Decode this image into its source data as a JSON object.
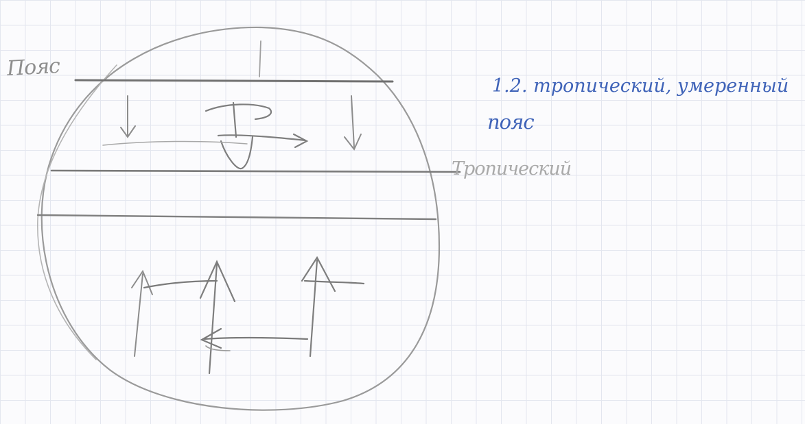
{
  "labels": {
    "top_left": "Пояс",
    "middle_right": "Тропический"
  },
  "note": {
    "line1": "1.2. тропический, умеренный",
    "line2": "пояс"
  },
  "colors": {
    "pencil": "#8c8c8c",
    "pencil_dark": "#6f6f6f",
    "ink": "#3f63b8",
    "grid": "#e3e6ef"
  }
}
